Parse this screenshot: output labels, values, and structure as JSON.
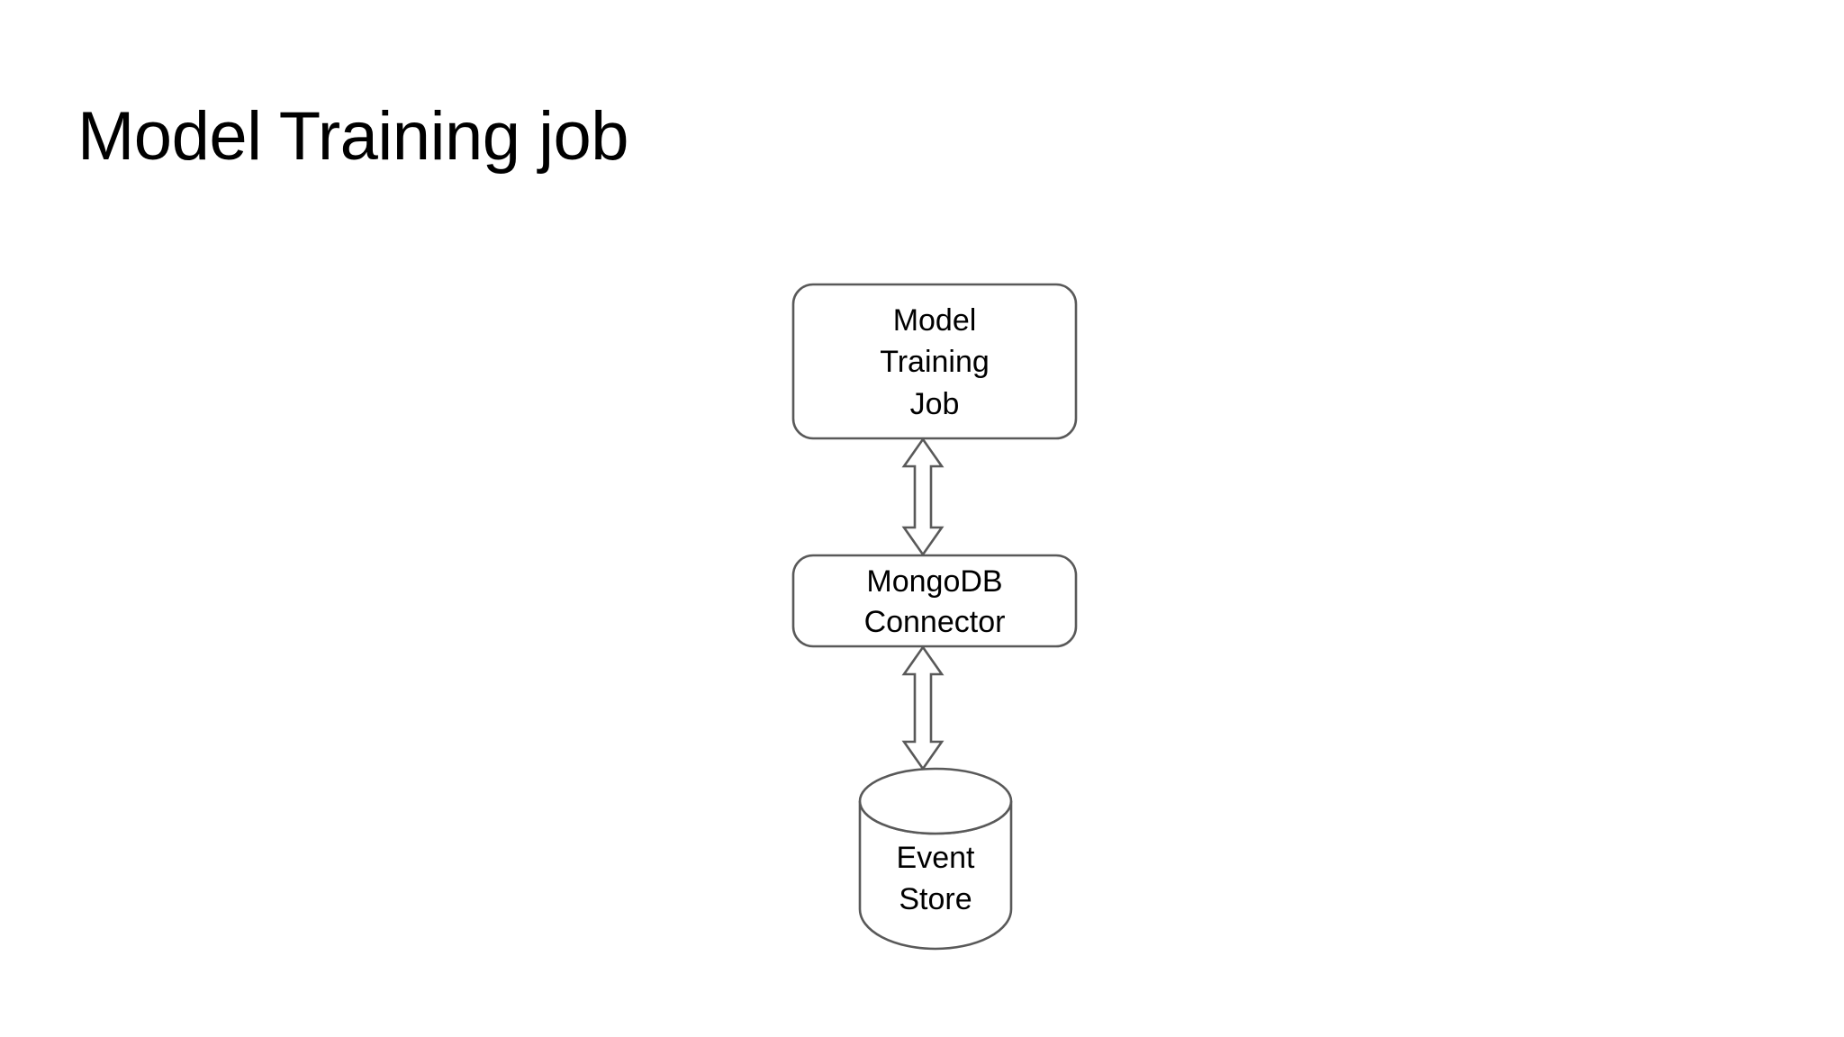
{
  "slide": {
    "title": "Model Training job",
    "background_color": "#ffffff",
    "title_color": "#000000"
  },
  "diagram": {
    "stroke_color": "#595959",
    "fill_color": "#ffffff",
    "nodes": [
      {
        "id": "model-training-job",
        "shape": "rounded-rectangle",
        "lines": [
          "Model",
          "Training",
          "Job"
        ],
        "line1": "Model",
        "line2": "Training",
        "line3": "Job"
      },
      {
        "id": "mongodb-connector",
        "shape": "rounded-rectangle",
        "lines": [
          "MongoDB",
          "Connector"
        ],
        "line1": "MongoDB",
        "line2": "Connector"
      },
      {
        "id": "event-store",
        "shape": "cylinder",
        "lines": [
          "Event",
          "Store"
        ],
        "line1": "Event",
        "line2": "Store"
      }
    ],
    "connectors": [
      {
        "id": "job-to-connector",
        "from": "model-training-job",
        "to": "mongodb-connector",
        "style": "double-headed-block-arrow",
        "label": ""
      },
      {
        "id": "connector-to-store",
        "from": "mongodb-connector",
        "to": "event-store",
        "style": "double-headed-block-arrow",
        "label": ""
      }
    ]
  }
}
